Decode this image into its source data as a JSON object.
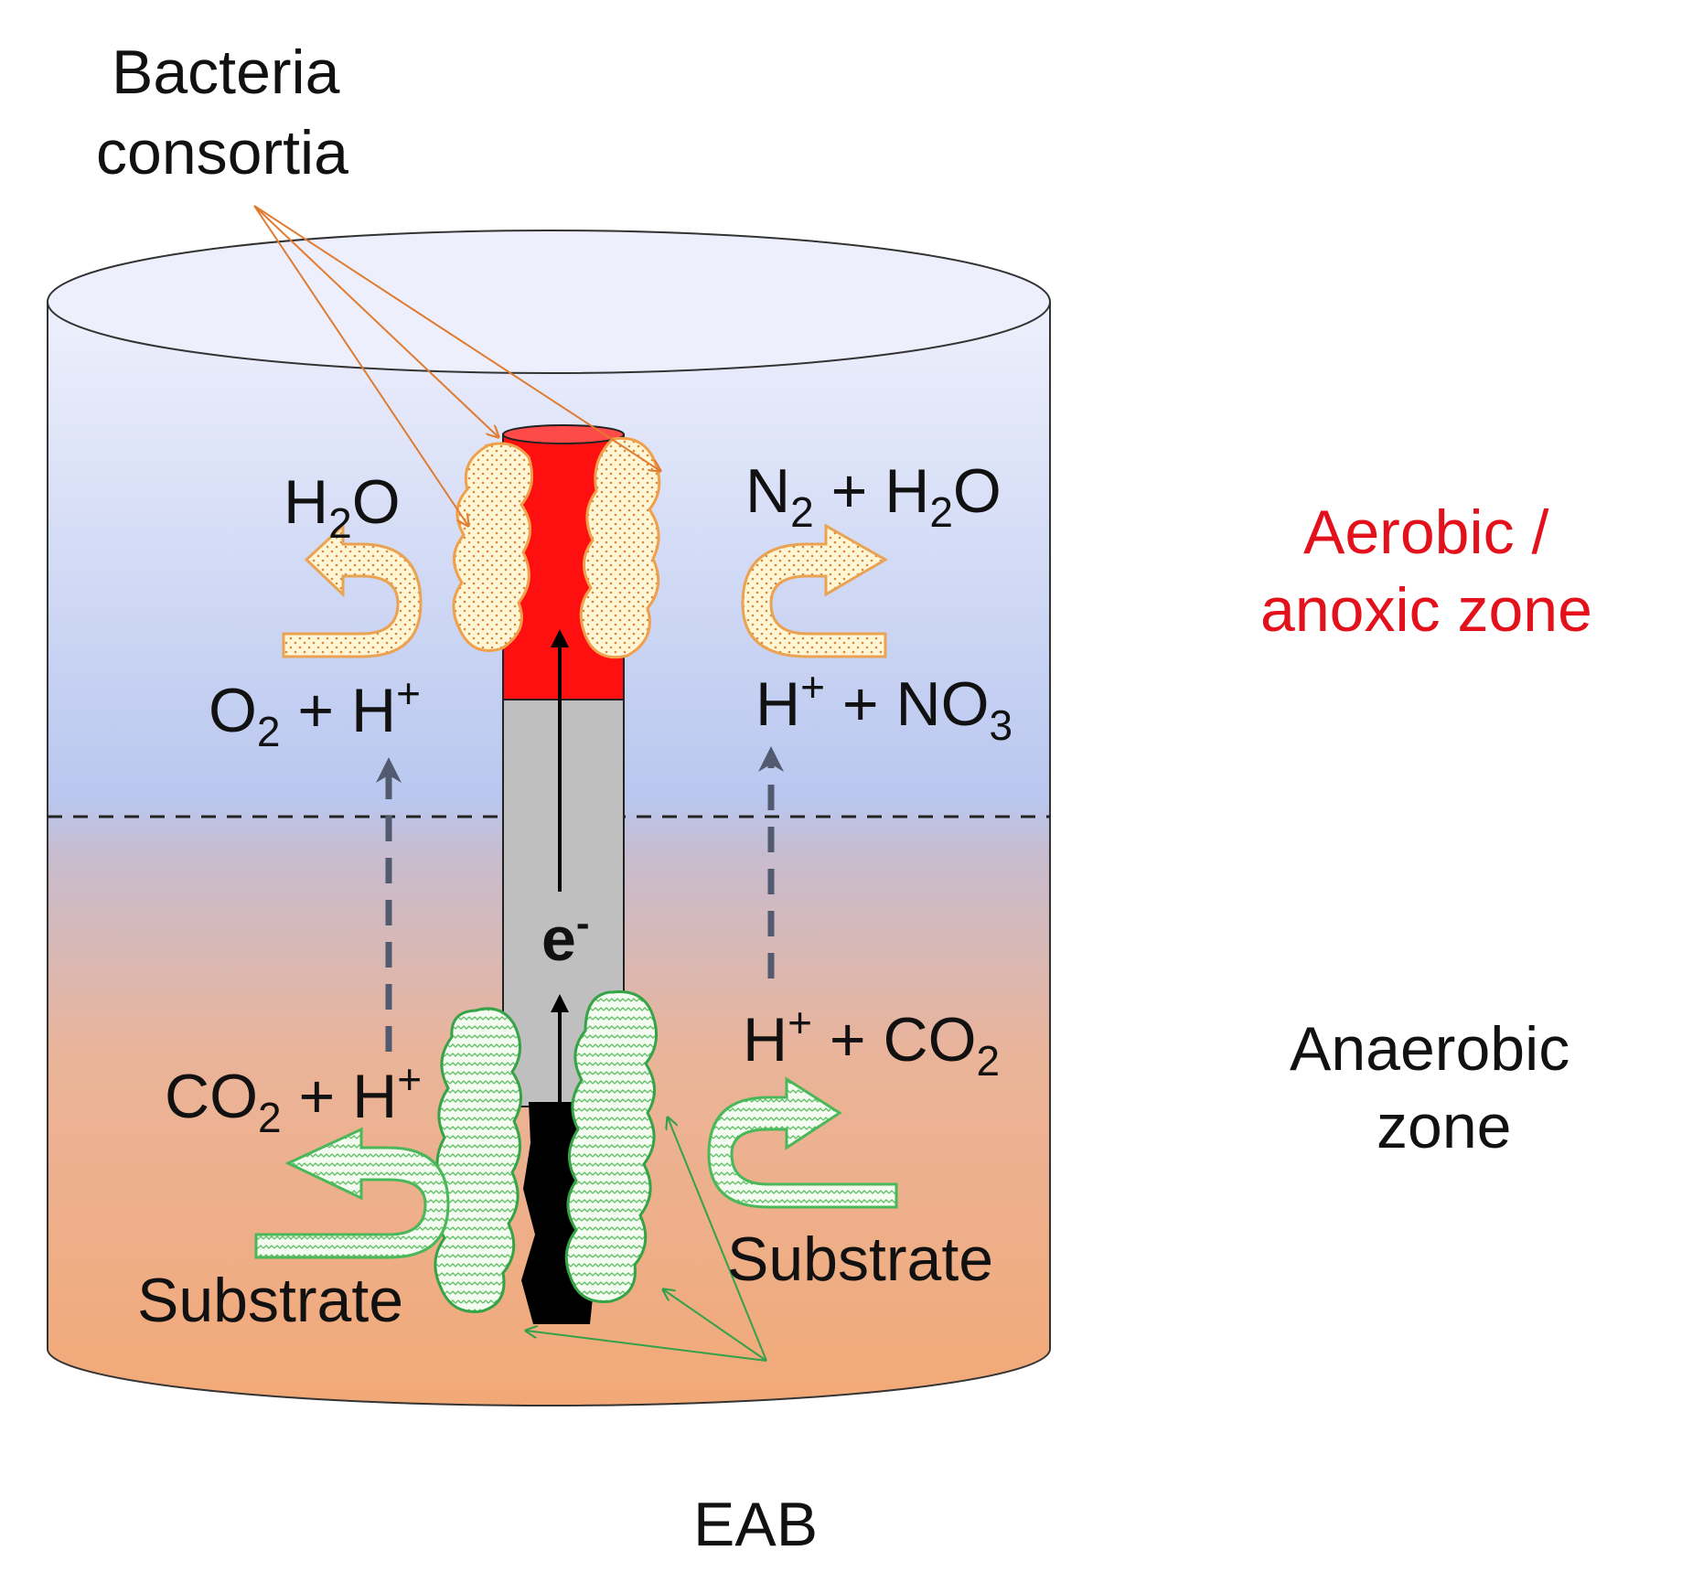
{
  "labels": {
    "bacteria_consortia_line1": "Bacteria",
    "bacteria_consortia_line2": "consortia",
    "aerobic_zone_line1": "Aerobic /",
    "aerobic_zone_line2": "anoxic zone",
    "anaerobic_zone_line1": "Anaerobic",
    "anaerobic_zone_line2": "zone",
    "eab": "EAB",
    "electron": "e",
    "electron_sup": "-"
  },
  "reactions": {
    "cathode_left_product": {
      "a": "H",
      "sub": "2",
      "b": "O"
    },
    "cathode_left_reactant": {
      "a": "O",
      "sub": "2",
      "b": " + H",
      "sup": "+"
    },
    "cathode_right_product": {
      "a": "N",
      "sub1": "2",
      "b": " + H",
      "sub2": "2",
      "c": "O"
    },
    "cathode_right_reactant": {
      "a": "H",
      "sup": "+",
      "b": " + NO",
      "sub": "3"
    },
    "anode_left_product": {
      "a": "CO",
      "sub": "2",
      "b": " + H",
      "sup": "+"
    },
    "anode_right_product": {
      "a": "H",
      "sup": "+",
      "b": " + CO",
      "sub": "2"
    },
    "anode_left_substrate": "Substrate",
    "anode_right_substrate": "Substrate"
  },
  "colors": {
    "aerobic_zone_label": "#e3111b",
    "cathode": "#ff0000",
    "anode": "#000000",
    "conductor": "#bfbfbf",
    "aerobic_water": "#b8c6ee",
    "anaerobic_water": "#f2ab7d",
    "bacteria_consortia": "#f6a35a",
    "eab": "#3db54a"
  }
}
